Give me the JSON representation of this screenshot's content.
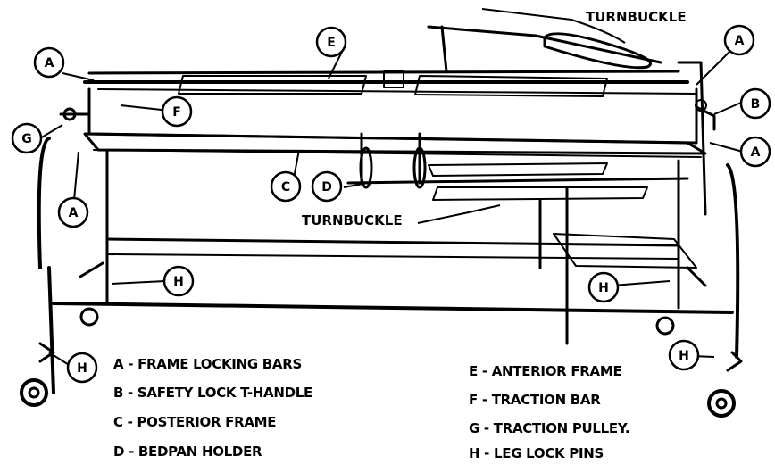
{
  "callouts": {
    "turnbuckle_top": "TURNBUCKLE",
    "turnbuckle_mid": "TURNBUCKLE",
    "a": "A",
    "b": "B",
    "c": "C",
    "d": "D",
    "e": "E",
    "f": "F",
    "g": "G",
    "h": "H"
  },
  "legend": {
    "a": "A - FRAME LOCKING BARS",
    "b": "B - SAFETY LOCK T-HANDLE",
    "c": "C - POSTERIOR FRAME",
    "d": "D - BEDPAN HOLDER",
    "e": "E - ANTERIOR FRAME",
    "f": "F - TRACTION BAR",
    "g": "G - TRACTION PULLEY.",
    "h": "H - LEG LOCK PINS"
  }
}
